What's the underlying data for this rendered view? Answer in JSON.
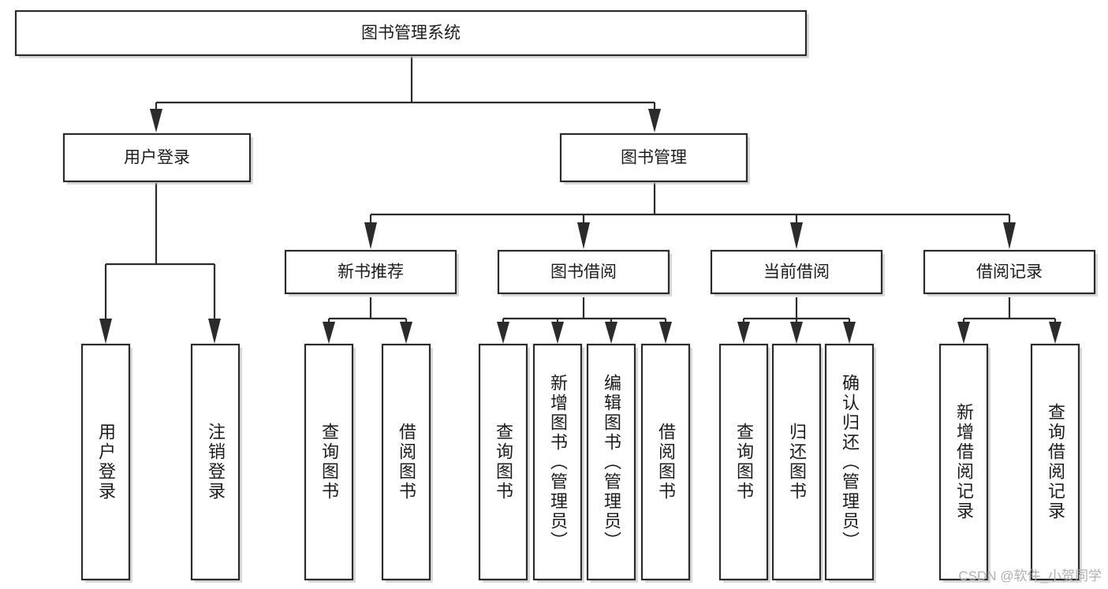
{
  "diagram": {
    "title": "图书管理系统",
    "watermark": "CSDN @软件_小贺同学",
    "root": {
      "label": "图书管理系统"
    },
    "level2": [
      {
        "id": "user-login",
        "label": "用户登录"
      },
      {
        "id": "book-management",
        "label": "图书管理"
      }
    ],
    "level3": [
      {
        "id": "new-book-recommend",
        "label": "新书推荐"
      },
      {
        "id": "book-borrow",
        "label": "图书借阅"
      },
      {
        "id": "current-borrow",
        "label": "当前借阅"
      },
      {
        "id": "borrow-record",
        "label": "借阅记录"
      }
    ],
    "leaves": {
      "user_login": [
        {
          "id": "leaf-user-login",
          "label": "用户登录"
        },
        {
          "id": "leaf-logout-login",
          "label": "注销登录"
        }
      ],
      "new_book_recommend": [
        {
          "id": "leaf-query-book-1",
          "label": "查询图书"
        },
        {
          "id": "leaf-borrow-book-1",
          "label": "借阅图书"
        }
      ],
      "book_borrow": [
        {
          "id": "leaf-query-book-2",
          "label": "查询图书"
        },
        {
          "id": "leaf-add-book",
          "label": "新增图书（管理员）"
        },
        {
          "id": "leaf-edit-book",
          "label": "编辑图书（管理员）"
        },
        {
          "id": "leaf-borrow-book-2",
          "label": "借阅图书"
        }
      ],
      "current_borrow": [
        {
          "id": "leaf-query-book-3",
          "label": "查询图书"
        },
        {
          "id": "leaf-return-book",
          "label": "归还图书"
        },
        {
          "id": "leaf-confirm-return",
          "label": "确认归还（管理员）"
        }
      ],
      "borrow_record": [
        {
          "id": "leaf-add-record",
          "label": "新增借阅记录"
        },
        {
          "id": "leaf-query-record",
          "label": "查询借阅记录"
        }
      ]
    },
    "colors": {
      "box_stroke": "#2b2b2b",
      "box_fill": "#ffffff",
      "text": "#1c1c1c",
      "watermark": "#b0b0b0",
      "background": "#ffffff"
    }
  }
}
